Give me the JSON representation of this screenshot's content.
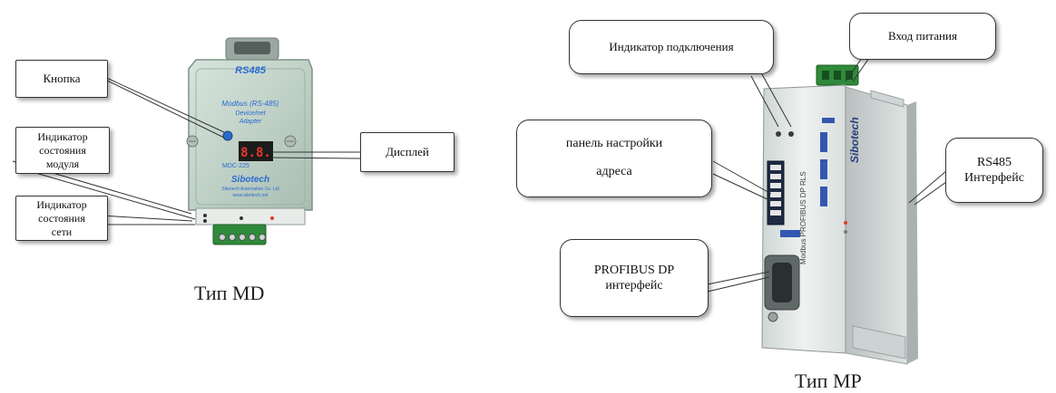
{
  "left_device": {
    "title": "Тип MD",
    "labels": {
      "button": "Кнопка",
      "module_indicator": "Индикатор\nсостояния\nмодуля",
      "network_indicator": "Индикатор\nсостояния\nсети",
      "display": "Дисплей"
    },
    "device_text": {
      "top": "RS485",
      "line1": "Modbus (RS-485)",
      "line2": "Device/net",
      "line3": "Adapter",
      "model": "MDC-225",
      "brand": "Sibotech",
      "company": "Sibotech Automation Co. Ltd",
      "site": "www.sibotech.net",
      "display_digits": "8.8."
    },
    "colors": {
      "body": "#c9d9cf",
      "accent": "#2a6bd0",
      "terminal": "#2f8a3a",
      "display_red": "#e23a2a"
    }
  },
  "right_device": {
    "title": "Тип MP",
    "labels": {
      "connection_indicator": "Индикатор подключения",
      "power_input": "Вход питания",
      "address_panel": "панель настройки\nадреса",
      "rs485": "RS485\nИнтерфейс",
      "profibus": "PROFIBUS DP\nинтерфейс"
    },
    "device_text": {
      "brand": "Sibotech",
      "model": "Modbus PROFIBUS DP RLS"
    },
    "colors": {
      "body": "#e6ebea",
      "side": "#c4cbca",
      "terminal": "#2f8a3a",
      "accent_blue": "#3557b0"
    }
  }
}
